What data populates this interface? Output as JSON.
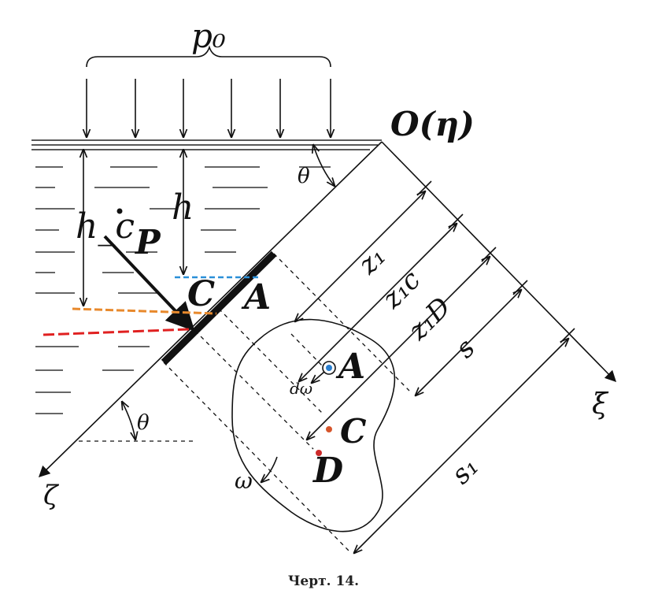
{
  "labels": {
    "p0": "p₀",
    "origin": "O(η)",
    "h_c": "h_c",
    "P": "P",
    "h": "h",
    "C_axis": "C",
    "A_axis": "A",
    "z1": "z₁",
    "z1c": "z₁c",
    "z1d": "z₁D",
    "s": "s",
    "s1": "s₁",
    "A_area": "A",
    "domega": "dω",
    "C_area": "C",
    "D_area": "D",
    "omega": "ω",
    "theta_top": "θ",
    "theta_bottom": "θ",
    "zeta": "ζ",
    "xi": "ξ"
  },
  "caption": "Черт. 14.",
  "colors": {
    "blue_line": "#2a8fd8",
    "orange_line": "#e8892c",
    "red_line": "#e02020",
    "point_A": "#2a7fd0",
    "point_C": "#d6552b",
    "point_D": "#cc2a2a"
  }
}
